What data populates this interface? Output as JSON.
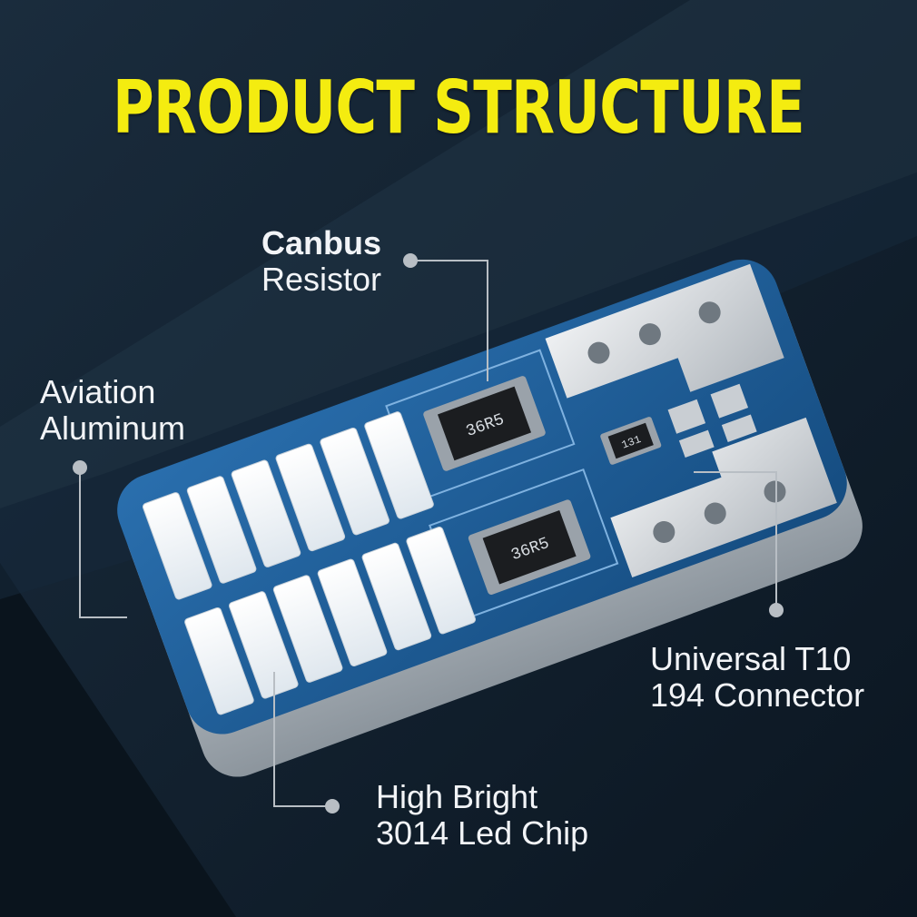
{
  "title": "PRODUCT STRUCTURE",
  "labels": {
    "canbus": {
      "line1": "Canbus",
      "line2": "Resistor"
    },
    "aviation": {
      "line1": "Aviation",
      "line2": "Aluminum"
    },
    "universal": {
      "line1": "Universal T10",
      "line2": "194 Connector"
    },
    "high": {
      "line1": "High Bright",
      "line2": "3014 Led Chip"
    }
  },
  "resistor_markings": [
    "36R5",
    "36R5",
    "131"
  ],
  "colors": {
    "title": "#f4ec10",
    "background": "#0f1d2b",
    "pcb": "#1a5a92",
    "led": "#f4f7fa",
    "label": "#f2f4f7"
  }
}
